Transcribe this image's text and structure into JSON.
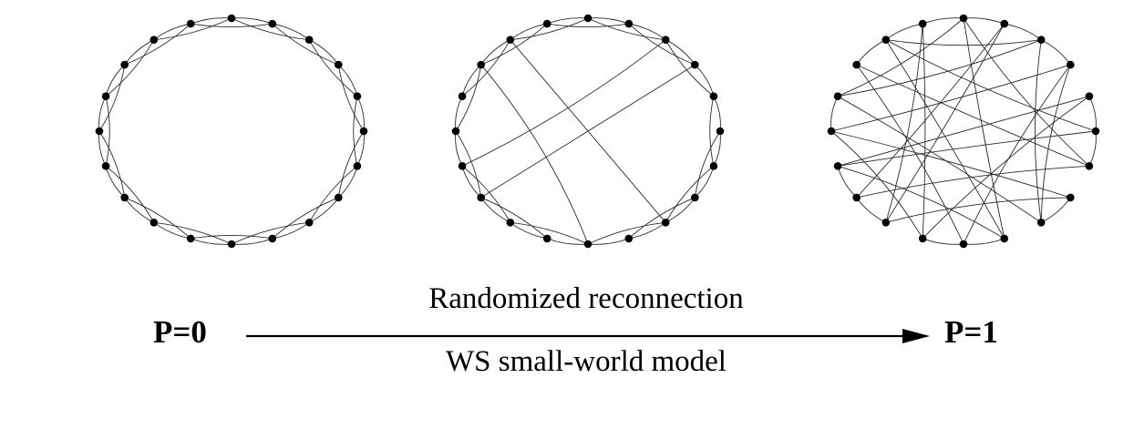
{
  "diagram": {
    "networks": [
      {
        "name": "regular-ring-network"
      },
      {
        "name": "small-world-network"
      },
      {
        "name": "random-network"
      }
    ],
    "left_label": "P=0",
    "right_label": "P=1",
    "arrow_top_caption": "Randomized reconnection",
    "arrow_bottom_caption": "WS small-world model"
  }
}
